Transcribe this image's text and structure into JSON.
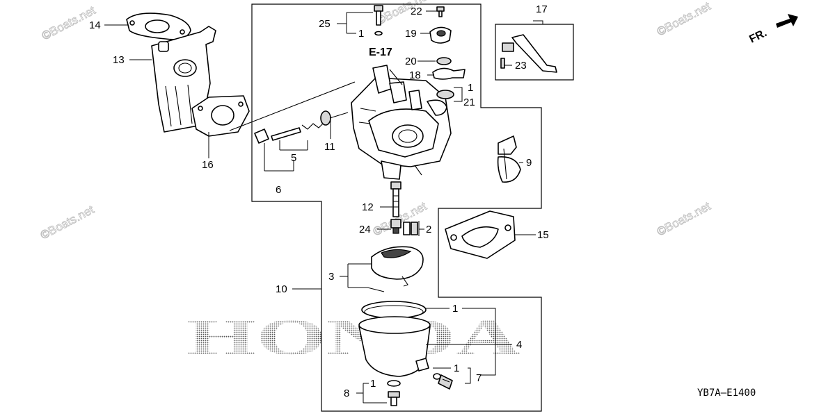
{
  "watermark": "©Boats.net",
  "brand_mark": "HONDA",
  "direction_label": "FR.",
  "diagram_code": "YB7A—E1400",
  "reference": "E-17",
  "callouts": {
    "c1a": "1",
    "c1b": "1",
    "c1c": "1",
    "c1d": "1",
    "c1e": "1",
    "c2": "2",
    "c3": "3",
    "c4": "4",
    "c5": "5",
    "c6": "6",
    "c7": "7",
    "c8": "8",
    "c9": "9",
    "c10": "10",
    "c11": "11",
    "c12": "12",
    "c13": "13",
    "c14": "14",
    "c15": "15",
    "c16": "16",
    "c17": "17",
    "c18": "18",
    "c19": "19",
    "c20": "20",
    "c21": "21",
    "c22": "22",
    "c23": "23",
    "c24": "24",
    "c25": "25"
  }
}
